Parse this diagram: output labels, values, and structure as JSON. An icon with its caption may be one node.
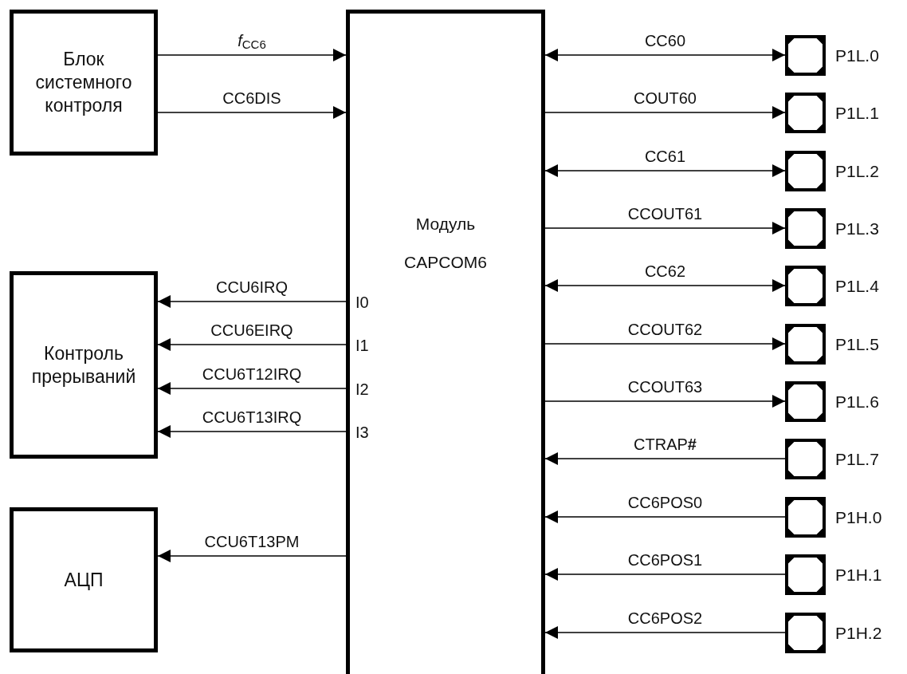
{
  "diagram": {
    "nodes": [
      {
        "text": [
          "Блок системного контроля"
        ]
      },
      {
        "text": [
          "Контроль прерываний"
        ]
      },
      {
        "text": [
          "АЦП"
        ]
      },
      {
        "text": [
          "Модуль CAPCOM6"
        ]
      },
      {
        "text": [],
        "shape": "box",
        "beside": [
          "P1L.0"
        ]
      },
      {
        "text": [],
        "shape": "box",
        "beside": [
          "P1L.1"
        ]
      },
      {
        "text": [],
        "shape": "box",
        "beside": [
          "P1L.2"
        ]
      },
      {
        "text": [],
        "shape": "box",
        "beside": [
          "P1L.3"
        ]
      },
      {
        "text": [],
        "shape": "box",
        "beside": [
          "P1L.4"
        ]
      },
      {
        "text": [],
        "shape": "box",
        "beside": [
          "P1L.5"
        ]
      },
      {
        "text": [],
        "shape": "box",
        "beside": [
          "P1L.6"
        ]
      },
      {
        "text": [],
        "shape": "box",
        "beside": [
          "P1L.7"
        ]
      },
      {
        "text": [],
        "shape": "box",
        "beside": [
          "P1H.0"
        ]
      },
      {
        "text": [],
        "shape": "box",
        "beside": [
          "P1H.1"
        ]
      },
      {
        "text": [],
        "shape": "box",
        "beside": [
          "P1H.2"
        ]
      }
    ],
    "edges": [
      {
        "from": 0,
        "to": 3,
        "arrow": "to",
        "label": "*f*$_{CC6}$"
      },
      {
        "from": 0,
        "to": 3,
        "arrow": "to",
        "label": "CC6DIS"
      },
      {
        "from": 3,
        "to": 1,
        "arrow": "to",
        "label": "CCU6IRQ"
      },
      {
        "from": 3,
        "to": 1,
        "arrow": "to",
        "label": "CCU6EIRQ"
      },
      {
        "from": 3,
        "to": 1,
        "arrow": "to",
        "label": "CCU6T12IRQ"
      },
      {
        "from": 3,
        "to": 1,
        "arrow": "to",
        "label": "CCU6T13IRQ"
      },
      {
        "from": 3,
        "to": 2,
        "arrow": "to",
        "label": "CCU6T13PM"
      },
      {
        "from": 3,
        "to": 4,
        "arrow": "both",
        "label": "CC60"
      },
      {
        "from": 3,
        "to": 5,
        "arrow": "to",
        "label": "COUT60"
      },
      {
        "from": 3,
        "to": 6,
        "arrow": "both",
        "label": "CC61"
      },
      {
        "from": 3,
        "to": 7,
        "arrow": "to",
        "label": "CCOUT61"
      },
      {
        "from": 3,
        "to": 8,
        "arrow": "both",
        "label": "CC62"
      },
      {
        "from": 3,
        "to": 9,
        "arrow": "to",
        "label": "CCOUT62"
      },
      {
        "from": 3,
        "to": 10,
        "arrow": "to",
        "label": "CCOUT63"
      },
      {
        "from": 11,
        "to": 3,
        "arrow": "to",
        "label": "CTRAP**#**"
      },
      {
        "from": 12,
        "to": 3,
        "arrow": "to",
        "label": "CC6POS0"
      },
      {
        "from": 13,
        "to": 3,
        "arrow": "to",
        "label": "CC6POS1"
      },
      {
        "from": 14,
        "to": 3,
        "arrow": "to",
        "label": "CC6POS2"
      }
    ],
    "labels": [
      "I0",
      "I1",
      "I2",
      "I3"
    ]
  }
}
